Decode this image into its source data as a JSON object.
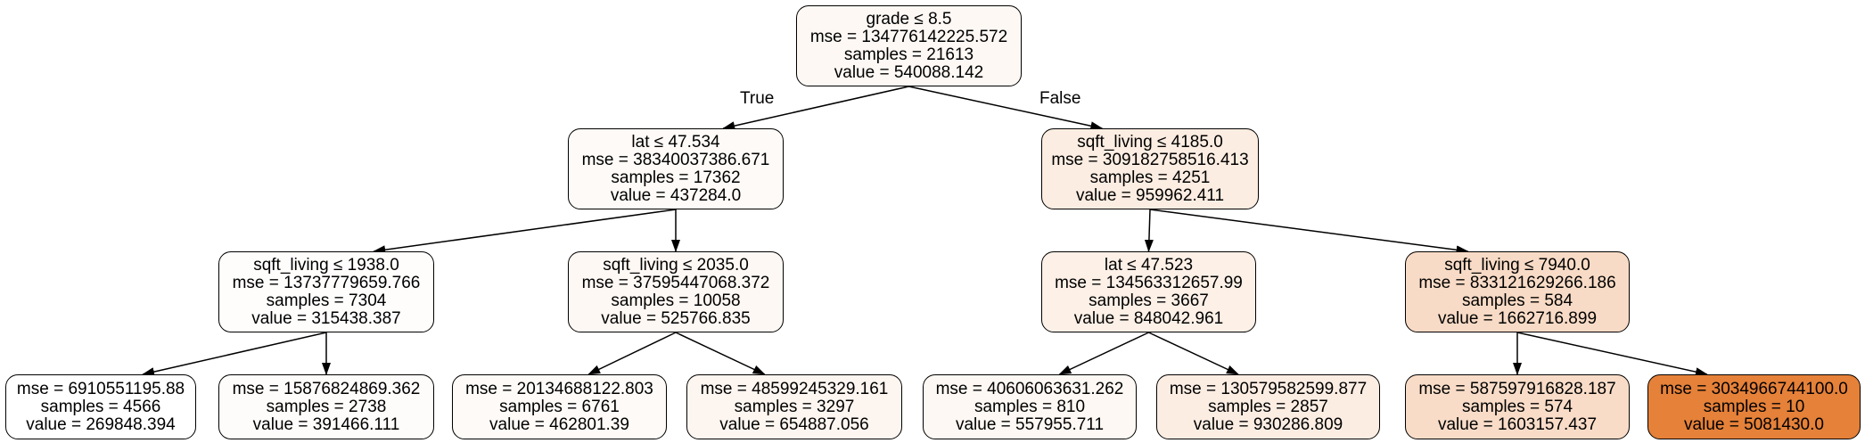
{
  "tree": {
    "edge_labels": {
      "true_label": "True",
      "false_label": "False"
    },
    "nodes": [
      {
        "id": "n0",
        "split": "grade ≤ 8.5",
        "mse": "mse = 134776142225.572",
        "samples": "samples = 21613",
        "value": "value = 540088.142",
        "fill": "#fdf8f4"
      },
      {
        "id": "n1",
        "split": "lat ≤ 47.534",
        "mse": "mse = 38340037386.671",
        "samples": "samples = 17362",
        "value": "value = 437284.0",
        "fill": "#fefaf7"
      },
      {
        "id": "n2",
        "split": "sqft_living ≤ 4185.0",
        "mse": "mse = 309182758516.413",
        "samples": "samples = 4251",
        "value": "value = 959962.411",
        "fill": "#fcede2"
      },
      {
        "id": "n3",
        "split": "sqft_living ≤ 1938.0",
        "mse": "mse = 13737779659.766",
        "samples": "samples = 7304",
        "value": "value = 315438.387",
        "fill": "#fefdfc"
      },
      {
        "id": "n4",
        "split": "sqft_living ≤ 2035.0",
        "mse": "mse = 37595447068.372",
        "samples": "samples = 10058",
        "value": "value = 525766.835",
        "fill": "#fef8f4"
      },
      {
        "id": "n5",
        "split": "lat ≤ 47.523",
        "mse": "mse = 134563312657.99",
        "samples": "samples = 3667",
        "value": "value = 848042.961",
        "fill": "#fcf0e7"
      },
      {
        "id": "n6",
        "split": "sqft_living ≤ 7940.0",
        "mse": "mse = 833121629266.186",
        "samples": "samples = 584",
        "value": "value = 1662716.899",
        "fill": "#f8dbc6"
      },
      {
        "id": "n7",
        "split": "",
        "mse": "mse = 6910551195.88",
        "samples": "samples = 4566",
        "value": "value = 269848.394",
        "fill": "#ffffff"
      },
      {
        "id": "n8",
        "split": "",
        "mse": "mse = 15876824869.362",
        "samples": "samples = 2738",
        "value": "value = 391466.111",
        "fill": "#fefcfa"
      },
      {
        "id": "n9",
        "split": "",
        "mse": "mse = 20134688122.803",
        "samples": "samples = 6761",
        "value": "value = 462801.39",
        "fill": "#fefaf7"
      },
      {
        "id": "n10",
        "split": "",
        "mse": "mse = 48599245329.161",
        "samples": "samples = 3297",
        "value": "value = 654887.056",
        "fill": "#fdf5f0"
      },
      {
        "id": "n11",
        "split": "",
        "mse": "mse = 40606063631.262",
        "samples": "samples = 810",
        "value": "value = 557955.711",
        "fill": "#fdf8f3"
      },
      {
        "id": "n12",
        "split": "",
        "mse": "mse = 130579582599.877",
        "samples": "samples = 2857",
        "value": "value = 930286.809",
        "fill": "#fcede3"
      },
      {
        "id": "n13",
        "split": "",
        "mse": "mse = 587597916828.187",
        "samples": "samples = 574",
        "value": "value = 1603157.437",
        "fill": "#f8dcc8"
      },
      {
        "id": "n14",
        "split": "",
        "mse": "mse = 3034966744100.0",
        "samples": "samples = 10",
        "value": "value = 5081430.0",
        "fill": "#e58139"
      }
    ],
    "edges": [
      {
        "from": "n0",
        "to": "n1",
        "label": "true_label"
      },
      {
        "from": "n0",
        "to": "n2",
        "label": "false_label"
      },
      {
        "from": "n1",
        "to": "n3"
      },
      {
        "from": "n1",
        "to": "n4"
      },
      {
        "from": "n2",
        "to": "n5"
      },
      {
        "from": "n2",
        "to": "n6"
      },
      {
        "from": "n3",
        "to": "n7"
      },
      {
        "from": "n3",
        "to": "n8"
      },
      {
        "from": "n4",
        "to": "n9"
      },
      {
        "from": "n4",
        "to": "n10"
      },
      {
        "from": "n5",
        "to": "n11"
      },
      {
        "from": "n5",
        "to": "n12"
      },
      {
        "from": "n6",
        "to": "n13"
      },
      {
        "from": "n6",
        "to": "n14"
      }
    ]
  }
}
